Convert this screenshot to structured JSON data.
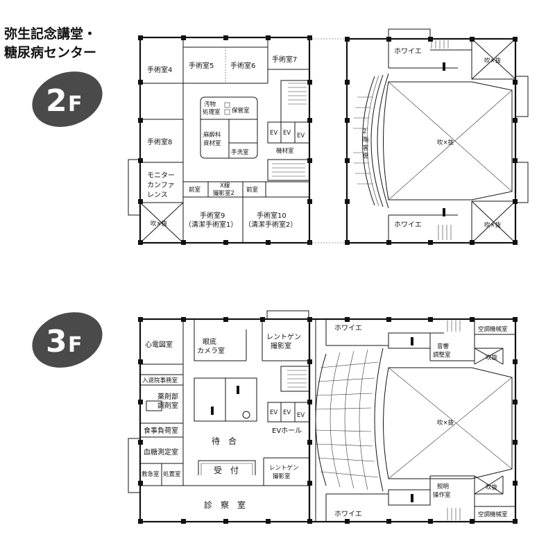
{
  "title": {
    "line1": "弥生記念講堂・",
    "line2": "糖尿病センター"
  },
  "floors": {
    "f2": {
      "number": "2",
      "suffix": "F"
    },
    "f3": {
      "number": "3",
      "suffix": "F"
    }
  },
  "rooms2f": {
    "or4": "手術室4",
    "or5": "手術室5",
    "or6": "手術室6",
    "or7": "手術室7",
    "dirty1": "汚物",
    "dirty2": "処理室",
    "storage": "保管室",
    "anes1": "麻酔科",
    "anes2": "資材室",
    "wash": "手洗室",
    "ev1": "EV",
    "ev2": "EV",
    "ev3": "EV",
    "equip": "機材室",
    "or8": "手術室8",
    "monitor1": "モニター",
    "monitor2": "カンファ",
    "monitor3": "レンス",
    "ante1": "前室",
    "xray1": "X線",
    "xray2": "撮影室2",
    "ante2": "前室",
    "or9a": "手術室9",
    "or9b": "（清潔手術室1）",
    "or10a": "手術室10",
    "or10b": "（清潔手術室2）",
    "void": "吹×抜"
  },
  "hall2f": {
    "foyer_top": "ホワイエ",
    "foyer_bottom": "ホワイエ",
    "void_tr": "吹×抜",
    "void_br": "吹×抜",
    "void_center": "吹×抜",
    "seats": [
      "2",
      "階",
      "客",
      "席"
    ]
  },
  "rooms3f": {
    "ecg": "心電図室",
    "fundus1": "眼底",
    "fundus2": "カメラ室",
    "xray1": "レントゲン",
    "xray2": "撮影室",
    "admission": "入退院事務室",
    "pharm1": "薬剤部",
    "pharm2": "調剤室",
    "ev1": "EV",
    "ev2": "EV",
    "ev3": "EV",
    "food": "食事負荷室",
    "wait": "待　合",
    "evhall": "EVホール",
    "glucose": "血糖測定室",
    "emergency": "救急室",
    "treatment": "処置室",
    "reception": "受　付",
    "xray3": "レントゲン",
    "xray4": "撮影室",
    "exam": "診　察　室"
  },
  "hall3f": {
    "foyer_top": "ホワイエ",
    "foyer_bottom": "ホワイエ",
    "hvac_top": "空調機械室",
    "hvac_bottom": "空調機械室",
    "sound1": "音響",
    "sound2": "調整室",
    "light1": "照明",
    "light2": "操作室",
    "void_tr": "吹抜",
    "void_br": "吹抜",
    "void_center": "吹×抜"
  },
  "colors": {
    "badge": "#4a4a4a",
    "wall": "#111111"
  }
}
